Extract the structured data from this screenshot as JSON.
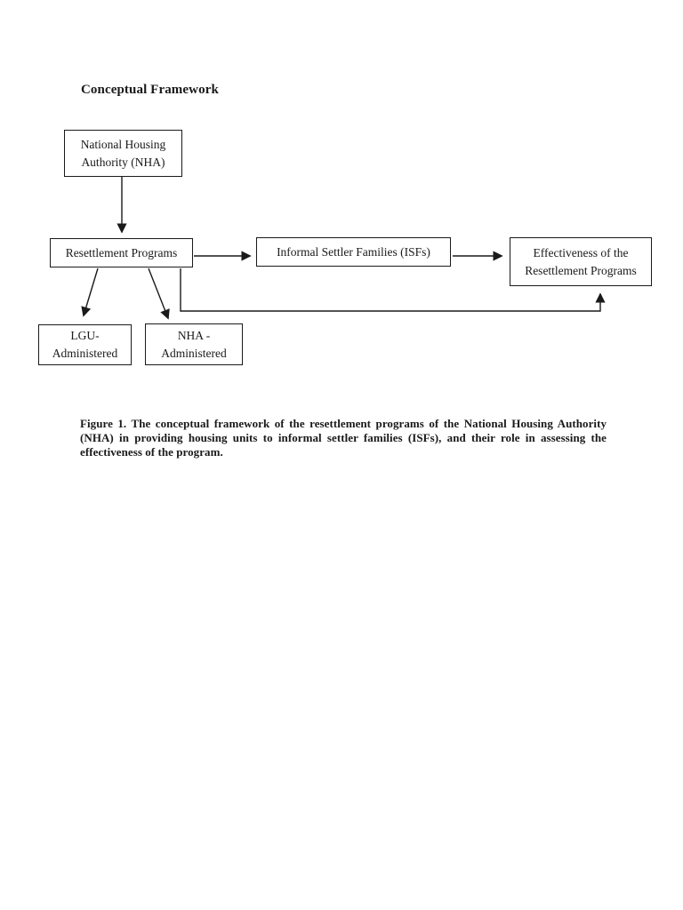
{
  "page": {
    "heading": "Conceptual Framework",
    "caption": "Figure 1. The conceptual framework of the resettlement programs of the National Housing Authority (NHA) in providing housing units to informal settler families (ISFs), and their role in assessing the effectiveness of the program."
  },
  "diagram": {
    "nodes": {
      "nha": {
        "lines": [
          "National Housing",
          "Authority (NHA)"
        ]
      },
      "resettlement": {
        "lines": [
          "Resettlement Programs"
        ]
      },
      "isf": {
        "lines": [
          "Informal Settler Families (ISFs)"
        ]
      },
      "effectiveness": {
        "lines": [
          "Effectiveness of the",
          "Resettlement Programs"
        ]
      },
      "lgu": {
        "lines": [
          "LGU-",
          "Administered"
        ]
      },
      "nha_admin": {
        "lines": [
          "NHA -",
          "Administered"
        ]
      }
    },
    "edges": [
      {
        "from": "nha",
        "to": "resettlement"
      },
      {
        "from": "resettlement",
        "to": "isf"
      },
      {
        "from": "isf",
        "to": "effectiveness"
      },
      {
        "from": "resettlement",
        "to": "lgu"
      },
      {
        "from": "resettlement",
        "to": "nha_admin"
      },
      {
        "from": "resettlement",
        "to": "effectiveness"
      }
    ],
    "colors": {
      "ink": "#1a1a1a",
      "background": "#ffffff"
    }
  }
}
